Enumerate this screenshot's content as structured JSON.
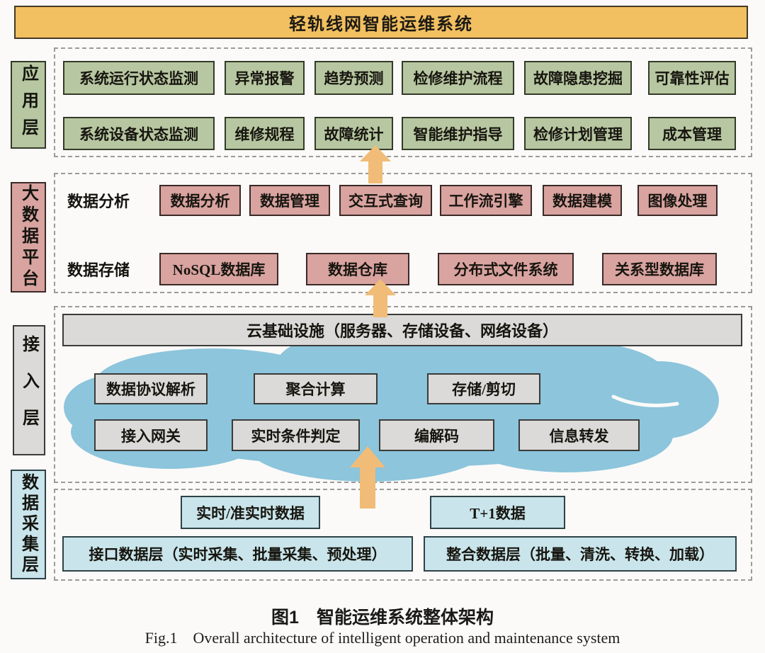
{
  "banner": {
    "title": "轻轨线网智能运维系统"
  },
  "layers": {
    "application": {
      "label": "应用层",
      "row1": [
        "系统运行状态监测",
        "异常报警",
        "趋势预测",
        "检修维护流程",
        "故障隐患挖掘",
        "可靠性评估"
      ],
      "row2": [
        "系统设备状态监测",
        "维修规程",
        "故障统计",
        "智能维护指导",
        "检修计划管理",
        "成本管理"
      ]
    },
    "bigdata": {
      "label": "大数据平台",
      "analysis_label": "数据分析",
      "analysis_items": [
        "数据分析",
        "数据管理",
        "交互式查询",
        "工作流引擎",
        "数据建模",
        "图像处理"
      ],
      "storage_label": "数据存储",
      "storage_items": [
        "NoSQL数据库",
        "数据仓库",
        "分布式文件系统",
        "关系型数据库"
      ]
    },
    "access": {
      "label": "接入层",
      "cloud_bar": "云基础设施（服务器、存储设备、网络设备）",
      "row1": [
        "数据协议解析",
        "聚合计算",
        "存储/剪切"
      ],
      "row2": [
        "接入网关",
        "实时条件判定",
        "编解码",
        "信息转发"
      ]
    },
    "collection": {
      "label": "数据采集层",
      "row1": [
        "实时/准实时数据",
        "T+1数据"
      ],
      "row2": [
        "接口数据层（实时采集、批量采集、预处理）",
        "整合数据层（批量、清洗、转换、加载）"
      ]
    }
  },
  "caption": {
    "zh": "图1　智能运维系统整体架构",
    "en": "Fig.1    Overall architecture of intelligent operation and maintenance system"
  },
  "colors": {
    "banner": "#f2c061",
    "application_green": "#b7c7a1",
    "bigdata_pink": "#d9a3a0",
    "access_gray": "#dbdad8",
    "collection_blue": "#c9e5eb",
    "cloud_blue": "#8cc5dc",
    "arrow_orange": "#f1bc77",
    "dashed_border": "#9b9b99"
  }
}
